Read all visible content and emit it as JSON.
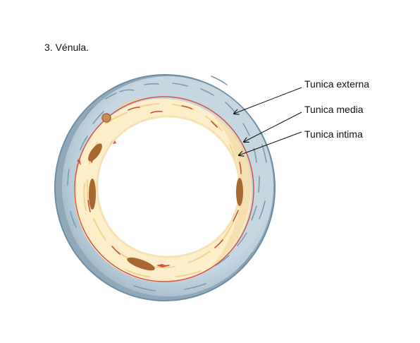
{
  "title": "3. Vénula.",
  "labels": {
    "tunica_externa": "Tunica externa",
    "tunica_media": "Tunica media",
    "tunica_intima": "Tunica intima"
  },
  "colors": {
    "externa_fill": "#b9ccd8",
    "externa_outline": "#6f8ea3",
    "externa_fibers": "#7d9bb0",
    "media_fill": "#fbeec8",
    "media_fibers": "#f3d79a",
    "intima_line": "#d9533f",
    "nucleus": "#a8672e",
    "lumen": "#ffffff",
    "arrow": "#111111"
  }
}
